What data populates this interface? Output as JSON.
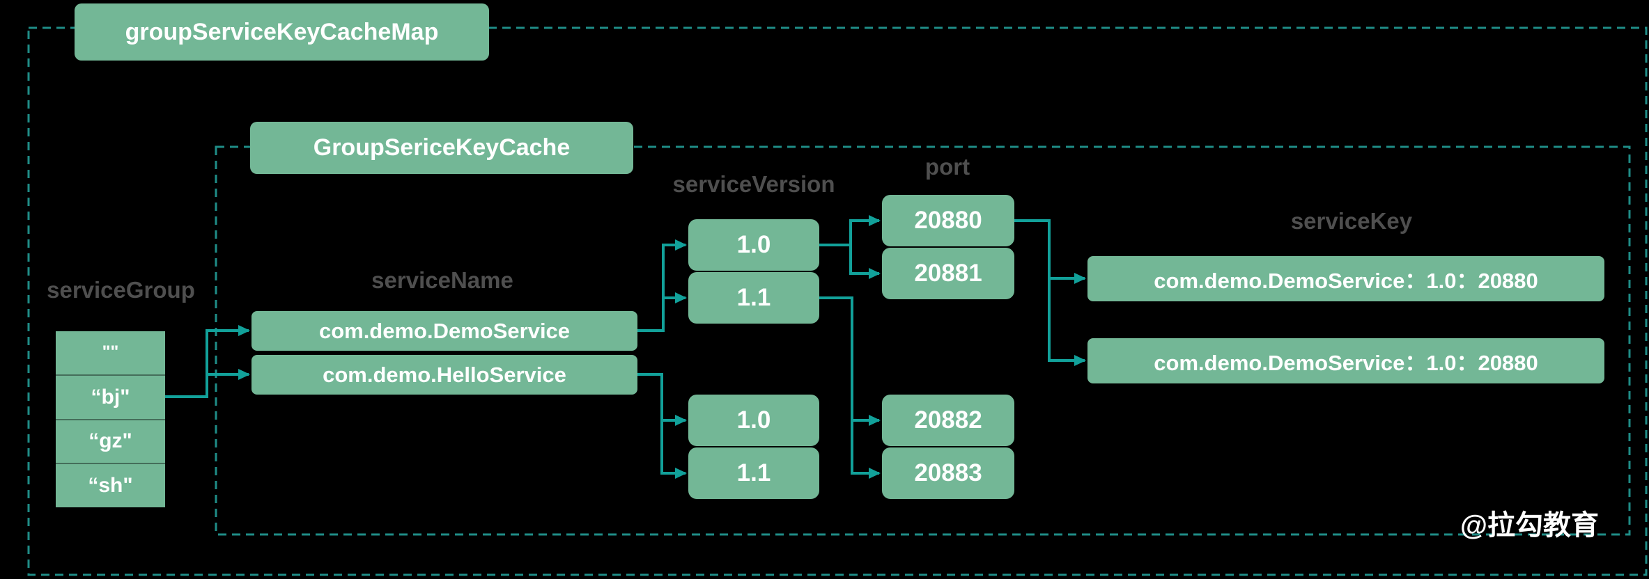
{
  "titles": {
    "outer": "groupServiceKeyCacheMap",
    "inner": "GroupSericeKeyCache"
  },
  "labels": {
    "service_group": "serviceGroup",
    "service_name": "serviceName",
    "service_version": "serviceVersion",
    "port": "port",
    "service_key": "serviceKey"
  },
  "service_group": {
    "items": [
      "\"\"",
      "“bj\"",
      "“gz\"",
      "“sh\""
    ]
  },
  "service_name": {
    "items": [
      "com.demo.DemoService",
      "com.demo.HelloService"
    ]
  },
  "service_version": {
    "group1": [
      "1.0",
      "1.1"
    ],
    "group2": [
      "1.0",
      "1.1"
    ]
  },
  "port": {
    "group1": [
      "20880",
      "20881"
    ],
    "group2": [
      "20882",
      "20883"
    ]
  },
  "service_key": {
    "items": [
      "com.demo.DemoService：1.0：20880",
      "com.demo.DemoService：1.0：20880"
    ]
  },
  "watermark": "@拉勾教育",
  "colors": {
    "background": "#000000",
    "box_green": "#73B796",
    "arrow_teal": "#12A19A",
    "dash_teal": "#1F8D87",
    "label_gray": "#4F4F4F",
    "text_white": "#FFFFFF"
  }
}
